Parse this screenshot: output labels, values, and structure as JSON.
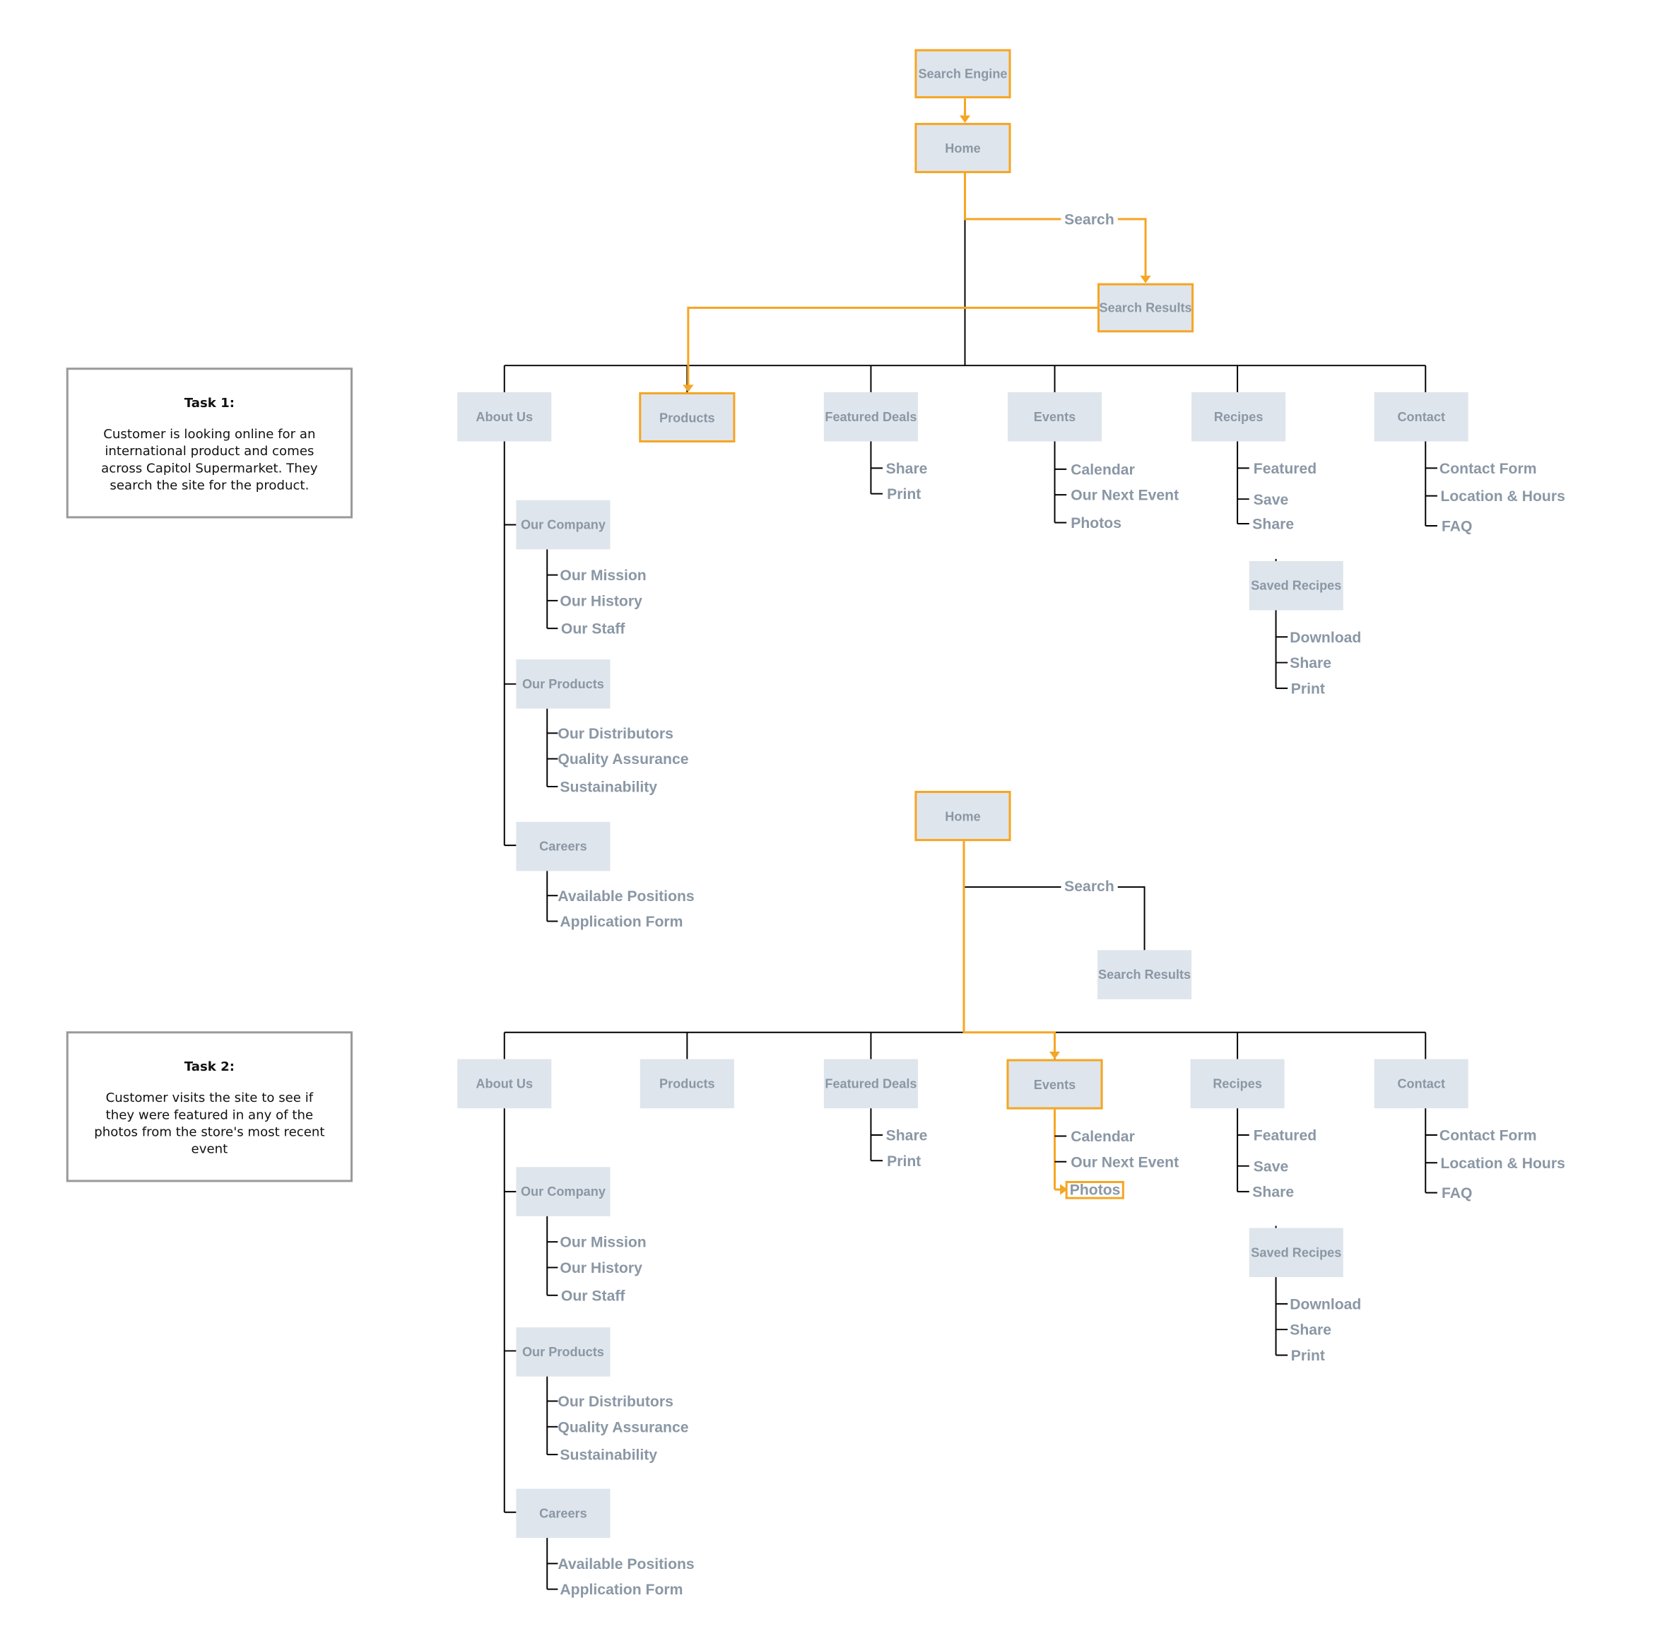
{
  "colors": {
    "box_fill": "#dfe5ec",
    "text": "#8a97a5",
    "connector": "#000000",
    "highlight": "#f6a623",
    "task_border": "#9a9a9a"
  },
  "task1": {
    "title": "Task 1:",
    "text": "Customer is looking online for an international product and comes across Capitol Supermarket. They search the site for the product."
  },
  "task2": {
    "title": "Task 2:",
    "text": "Customer visits the site to see if they were featured in any of the photos from the store's most recent event"
  },
  "diagram1": {
    "search_engine": "Search Engine",
    "home": "Home",
    "search": "Search",
    "search_results": "Search Results",
    "nav": {
      "about_us": "About Us",
      "products": "Products",
      "featured_deals": "Featured Deals",
      "events": "Events",
      "recipes": "Recipes",
      "contact": "Contact"
    },
    "about": {
      "our_company": "Our Company",
      "company_items": [
        "Our Mission",
        "Our History",
        "Our Staff"
      ],
      "our_products": "Our Products",
      "products_items": [
        "Our Distributors",
        "Quality Assurance",
        "Sustainability"
      ],
      "careers": "Careers",
      "careers_items": [
        "Available Positions",
        "Application Form"
      ]
    },
    "featured_items": [
      "Share",
      "Print"
    ],
    "events_items": [
      "Calendar",
      "Our Next Event",
      "Photos"
    ],
    "recipes_items": [
      "Featured",
      "Save",
      "Share"
    ],
    "saved_recipes": "Saved Recipes",
    "saved_items": [
      "Download",
      "Share",
      "Print"
    ],
    "contact_items": [
      "Contact Form",
      "Location & Hours",
      "FAQ"
    ]
  },
  "diagram2": {
    "home": "Home",
    "search": "Search",
    "search_results": "Search Results",
    "nav": {
      "about_us": "About Us",
      "products": "Products",
      "featured_deals": "Featured Deals",
      "events": "Events",
      "recipes": "Recipes",
      "contact": "Contact"
    },
    "about": {
      "our_company": "Our Company",
      "company_items": [
        "Our Mission",
        "Our History",
        "Our Staff"
      ],
      "our_products": "Our Products",
      "products_items": [
        "Our Distributors",
        "Quality Assurance",
        "Sustainability"
      ],
      "careers": "Careers",
      "careers_items": [
        "Available Positions",
        "Application Form"
      ]
    },
    "featured_items": [
      "Share",
      "Print"
    ],
    "events_items": [
      "Calendar",
      "Our Next Event",
      "Photos"
    ],
    "recipes_items": [
      "Featured",
      "Save",
      "Share"
    ],
    "saved_recipes": "Saved Recipes",
    "saved_items": [
      "Download",
      "Share",
      "Print"
    ],
    "contact_items": [
      "Contact Form",
      "Location & Hours",
      "FAQ"
    ]
  }
}
